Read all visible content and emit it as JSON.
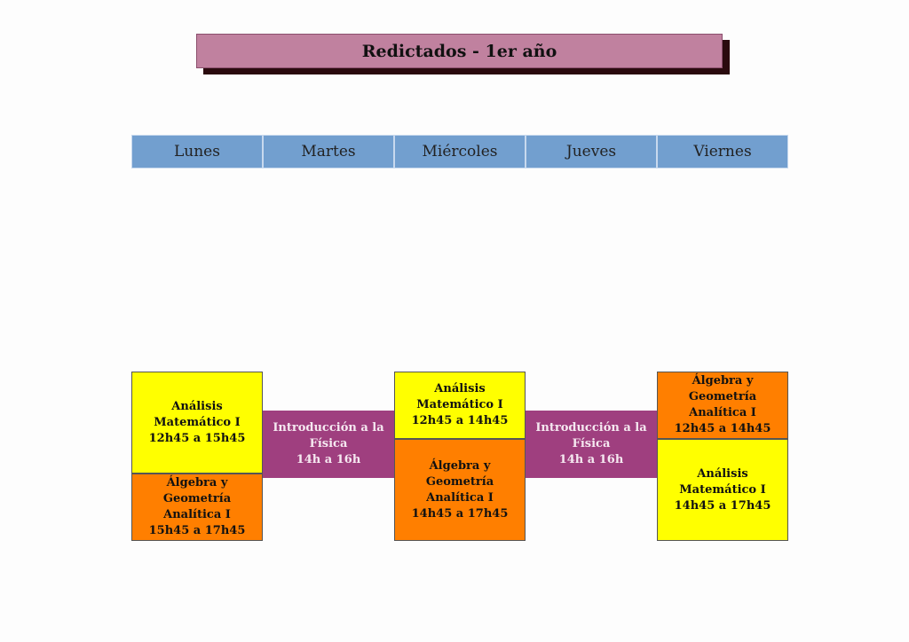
{
  "title": "Redictados - 1er año",
  "days": [
    "Lunes",
    "Martes",
    "Miércoles",
    "Jueves",
    "Viernes"
  ],
  "blocks": {
    "lunes_analisis": [
      "Análisis",
      "Matemático I",
      "12h45 a 15h45"
    ],
    "lunes_algebra": [
      "Álgebra y",
      "Geometría",
      "Analítica I",
      "15h45 a 17h45"
    ],
    "martes_fisica": [
      "Introducción a la",
      "Física",
      "14h a 16h"
    ],
    "miercoles_analisis": [
      "Análisis",
      "Matemático I",
      "12h45 a 14h45"
    ],
    "miercoles_algebra": [
      "Álgebra y",
      "Geometría",
      "Analítica I",
      "14h45 a 17h45"
    ],
    "jueves_fisica": [
      "Introducción a la",
      "Física",
      "14h a 16h"
    ],
    "viernes_algebra": [
      "Álgebra y",
      "Geometría",
      "Analítica I",
      "12h45 a 14h45"
    ],
    "viernes_analisis": [
      "Análisis",
      "Matemático I",
      "14h45 a 17h45"
    ]
  },
  "colors": {
    "title_bg": "#c0819f",
    "day_header": "#729fcf",
    "analisis": "#ffff00",
    "algebra": "#ff7f00",
    "fisica": "#9f3f7f"
  }
}
